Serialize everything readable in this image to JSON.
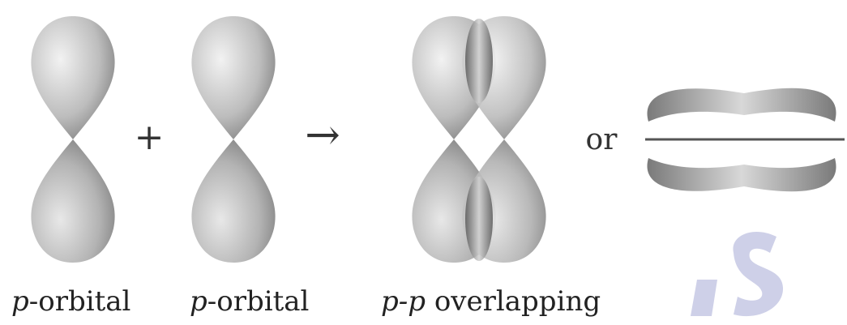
{
  "operators": {
    "plus": "+",
    "arrow": "→",
    "or": "or"
  },
  "labels": {
    "orbital_1": {
      "italic": "p",
      "rest": "-orbital"
    },
    "orbital_2": {
      "italic": "p",
      "rest": "-orbital"
    },
    "overlap": {
      "italic": "p-p",
      "rest": " overlapping"
    }
  },
  "colors": {
    "lobe_dark": "#6e6e6e",
    "lobe_light": "#e6e6e6",
    "watermark": "#c9cbe6"
  }
}
